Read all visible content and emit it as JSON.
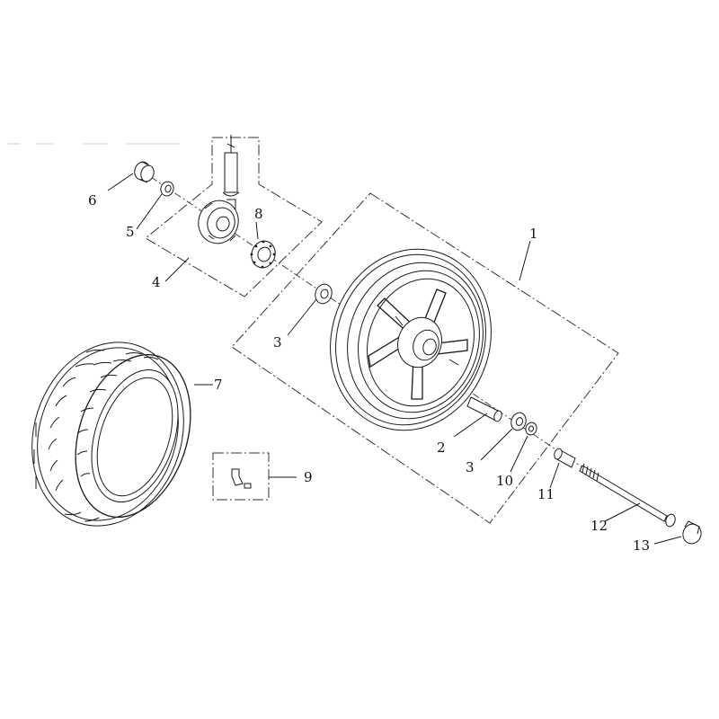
{
  "callouts": [
    {
      "id": "c1",
      "label": "1"
    },
    {
      "id": "c2",
      "label": "2"
    },
    {
      "id": "c3a",
      "label": "3"
    },
    {
      "id": "c3b",
      "label": "3"
    },
    {
      "id": "c4",
      "label": "4"
    },
    {
      "id": "c5",
      "label": "5"
    },
    {
      "id": "c6",
      "label": "6"
    },
    {
      "id": "c7",
      "label": "7"
    },
    {
      "id": "c8",
      "label": "8"
    },
    {
      "id": "c9",
      "label": "9"
    },
    {
      "id": "c10",
      "label": "10"
    },
    {
      "id": "c11",
      "label": "11"
    },
    {
      "id": "c12",
      "label": "12"
    },
    {
      "id": "c13",
      "label": "13"
    }
  ]
}
